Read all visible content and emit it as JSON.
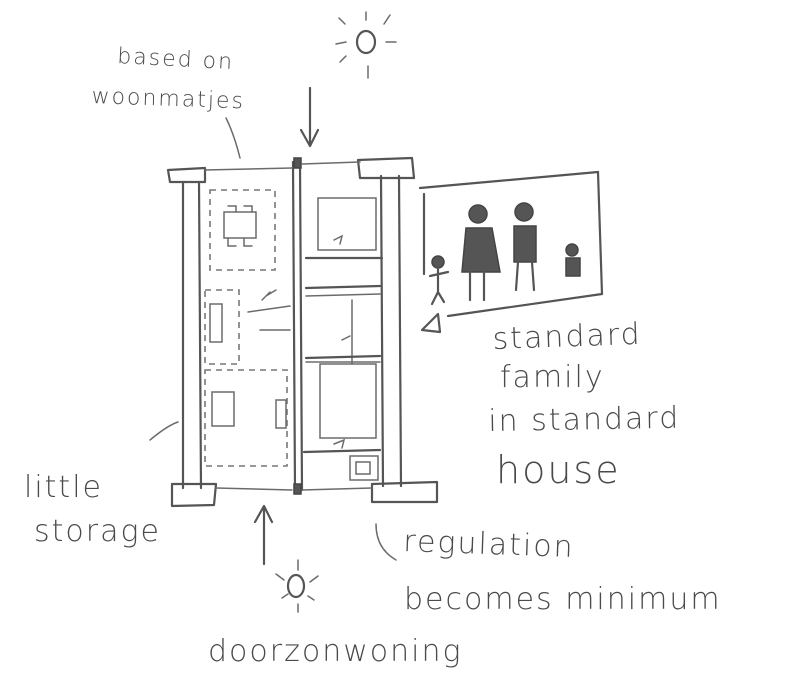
{
  "annotations": {
    "based_on": "based on",
    "woonmatjes": "woonmatjes",
    "standard_line1": "standard",
    "standard_line2": "family",
    "standard_line3": "in standard",
    "standard_line4": "house",
    "little": "little",
    "storage": "storage",
    "regulation": "regulation",
    "becomes_minimum": "becomes minimum",
    "doorzonwoning": "doorzonwoning"
  },
  "colors": {
    "pencil": "#4a4a4a",
    "paper": "#ffffff"
  },
  "icons": [
    "sun-icon-top",
    "sun-icon-bottom",
    "arrow-down-icon",
    "arrow-up-icon",
    "floor-plan",
    "family-figures"
  ]
}
